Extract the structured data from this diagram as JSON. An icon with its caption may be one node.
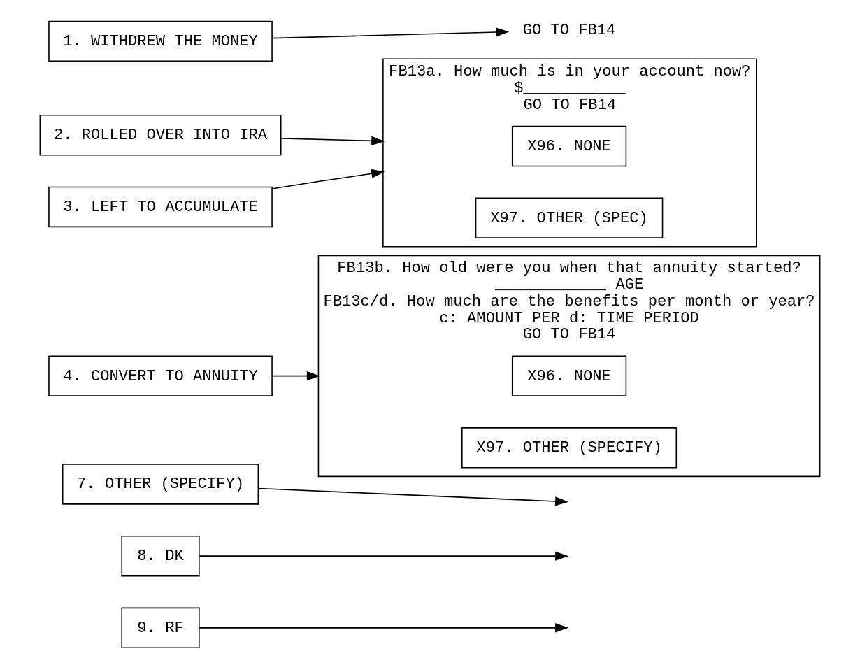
{
  "diagram": {
    "nodes": [
      {
        "text": [
          "1. WITHDREW THE MONEY"
        ]
      },
      {
        "text": [
          "GO TO FB14"
        ]
      },
      {
        "text": [
          "2. ROLLED OVER INTO IRA"
        ]
      },
      {
        "text": [
          "3. LEFT TO ACCUMULATE"
        ]
      },
      {
        "text": [
          "FB13a. How much is in your account now?",
          "$___________",
          "GO TO FB14"
        ]
      },
      {
        "text": [
          "X96. NONE"
        ],
        "in": 4
      },
      {
        "text": [
          "X97. OTHER (SPEC)"
        ],
        "in": 4
      },
      {
        "text": [
          "4. CONVERT TO ANNUITY"
        ]
      },
      {
        "text": [
          "FB13b. How old were you when that annuity started?",
          "____________ AGE",
          "FB13c/d. How much are the benefits per month or year?",
          "c: AMOUNT PER d: TIME PERIOD",
          "GO TO FB14"
        ]
      },
      {
        "text": [
          "X96. NONE"
        ],
        "in": 8
      },
      {
        "text": [
          "X97. OTHER (SPECIFY)"
        ],
        "in": 8
      },
      {
        "text": [
          "7. OTHER (SPECIFY)"
        ]
      },
      {
        "text": [
          "8. DK"
        ]
      },
      {
        "text": [
          "9. RF"
        ]
      }
    ],
    "edges": [
      {
        "from": 0,
        "to": 1,
        "arrow": "to"
      },
      {
        "from": 2,
        "to": 4,
        "arrow": "to"
      },
      {
        "from": 3,
        "to": 4,
        "arrow": "to"
      },
      {
        "from": 7,
        "to": 8,
        "arrow": "to"
      },
      {
        "from": 11,
        "to": null,
        "arrow": "to"
      },
      {
        "from": 12,
        "to": null,
        "arrow": "to"
      },
      {
        "from": 13,
        "to": null,
        "arrow": "to"
      }
    ]
  }
}
